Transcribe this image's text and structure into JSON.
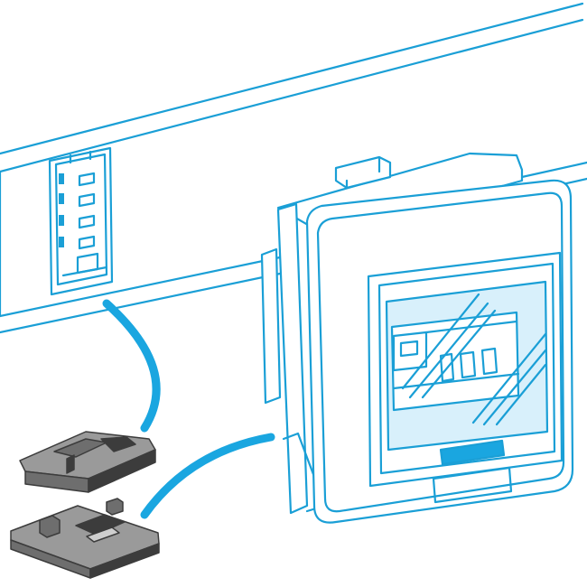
{
  "colors": {
    "background": "#ffffff",
    "line": "#1a9fd6",
    "accent_fill": "#d8f0fb",
    "connector": "#1aa6e0",
    "part_light": "#9a9a9a",
    "part_mid": "#6e6e6e",
    "part_dark": "#3c3c3c"
  },
  "diagram": {
    "elements": [
      "busbar-trunking",
      "tap-off-outlet",
      "tap-off-box-enclosure",
      "circuit-breaker",
      "mounting-clip-upper",
      "mounting-clip-lower"
    ]
  }
}
